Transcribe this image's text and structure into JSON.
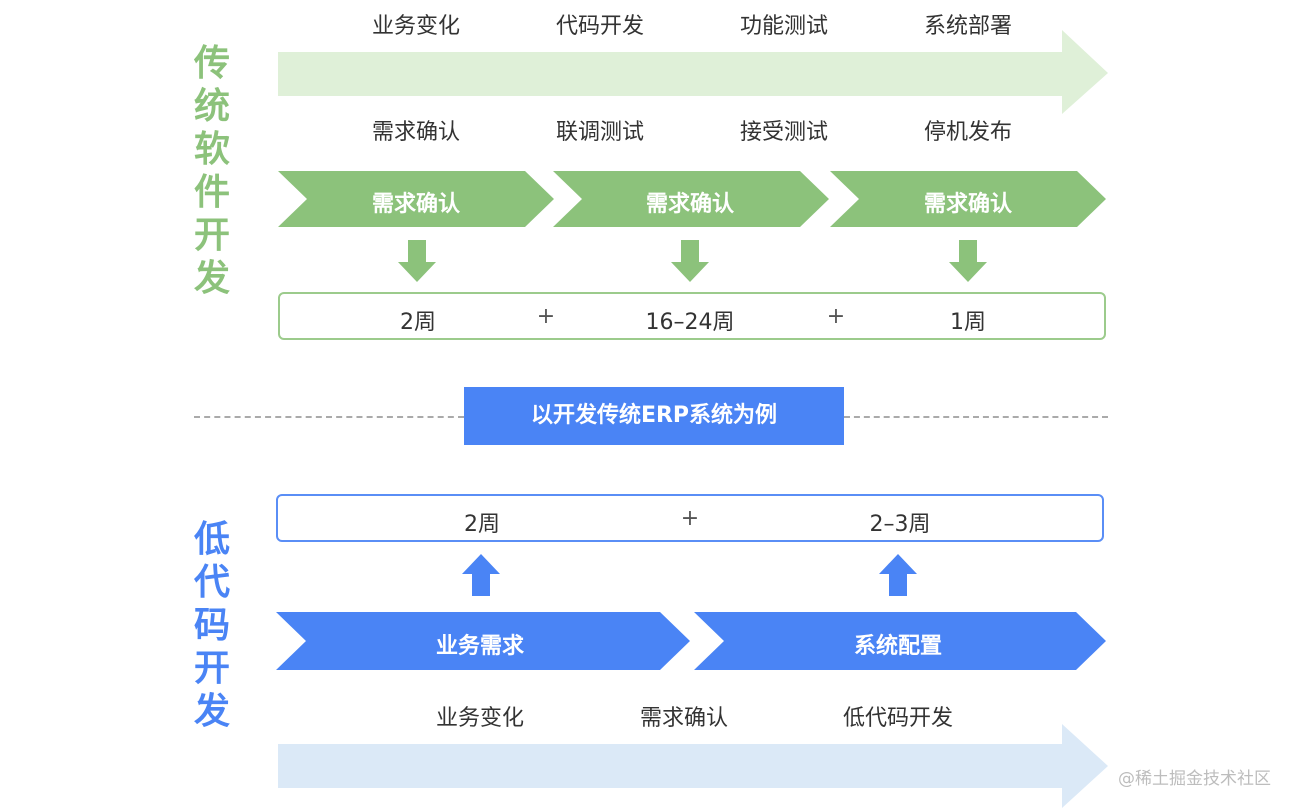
{
  "traditional": {
    "title": "传统软件开发",
    "top_labels": [
      "业务变化",
      "代码开发",
      "功能测试",
      "系统部署"
    ],
    "bottom_labels": [
      "需求确认",
      "联调测试",
      "接受测试",
      "停机发布"
    ],
    "chevrons": [
      "需求确认",
      "需求确认",
      "需求确认"
    ],
    "durations": [
      "2周",
      "16–24周",
      "1周"
    ],
    "plus": "+"
  },
  "banner": "以开发传统ERP系统为例",
  "lowcode": {
    "title": "低代码开发",
    "durations": [
      "2周",
      "2–3周"
    ],
    "plus": "+",
    "chevrons": [
      "业务需求",
      "系统配置"
    ],
    "labels": [
      "业务变化",
      "需求确认",
      "低代码开发"
    ]
  },
  "watermark": "@稀土掘金技术社区",
  "colors": {
    "green": "#8cc27b",
    "light_green": "#dff0d8",
    "blue": "#4a84f5",
    "light_blue": "#dbe9f7"
  }
}
